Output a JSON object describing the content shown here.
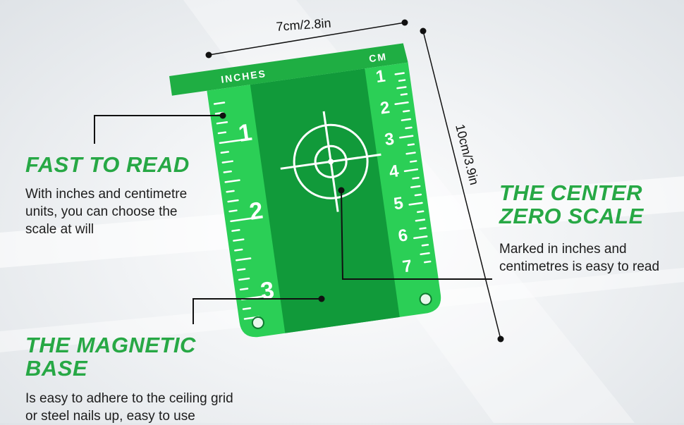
{
  "dimensions": {
    "width": "7cm/2.8in",
    "height": "10cm/3.9in"
  },
  "plate": {
    "color": "#27c24c",
    "inches_label": "INCHES",
    "cm_label": "CM",
    "inch_numbers": [
      "1",
      "2",
      "3"
    ],
    "cm_numbers": [
      "1",
      "2",
      "3",
      "4",
      "5",
      "6",
      "7"
    ]
  },
  "features": {
    "fast_to_read": {
      "title": "FAST TO READ",
      "lines": [
        "With inches and centimetre",
        "units, you can choose the",
        "scale at will"
      ]
    },
    "center_zero": {
      "title_lines": [
        "THE CENTER",
        "ZERO SCALE"
      ],
      "lines": [
        "Marked in inches and",
        "centimetres is easy to read"
      ]
    },
    "magnetic_base": {
      "title": "THE MAGNETIC BASE",
      "lines": [
        "Is easy to adhere to the ceiling grid",
        "or steel nails up, easy to use"
      ]
    }
  },
  "colors": {
    "accent": "#27a845",
    "text": "#1d1d1d"
  }
}
